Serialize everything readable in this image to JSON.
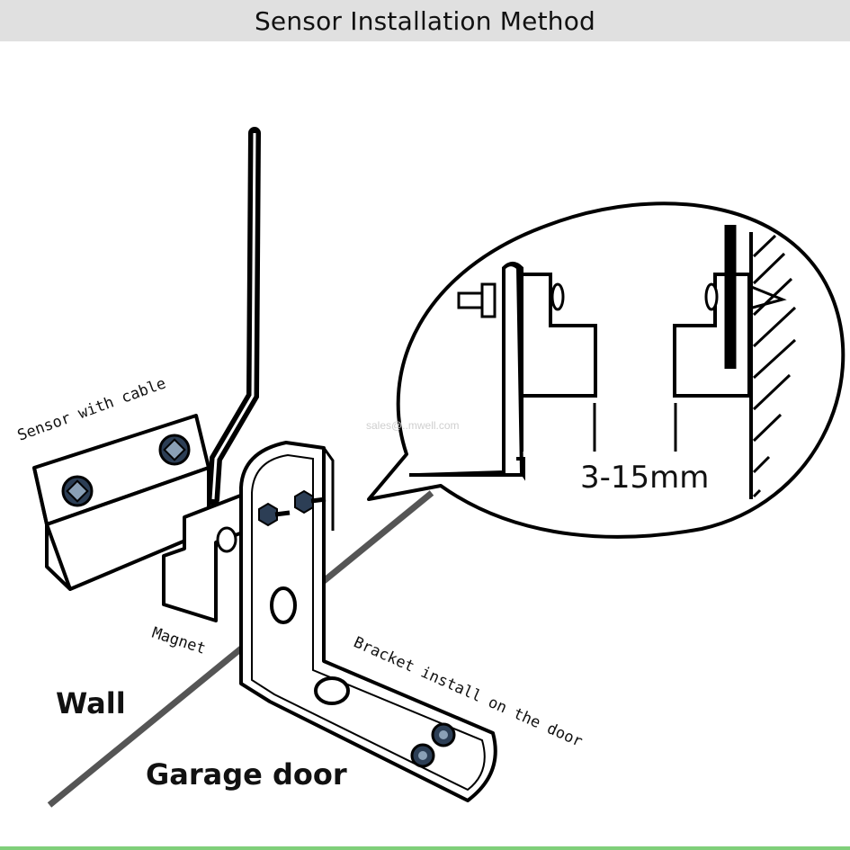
{
  "header": {
    "title": "Sensor Installation Method"
  },
  "labels": {
    "sensor": "Sensor with cable",
    "magnet": "Magnet",
    "bracket": "Bracket install on the door",
    "wall": "Wall",
    "garage_door": "Garage door",
    "gap": "3-15mm"
  },
  "watermark": "sales@..mwell.com",
  "colors": {
    "header_bg": "#e0e0e0",
    "bottom_rule": "#7fcf7a",
    "screw": "#2c3e55"
  }
}
